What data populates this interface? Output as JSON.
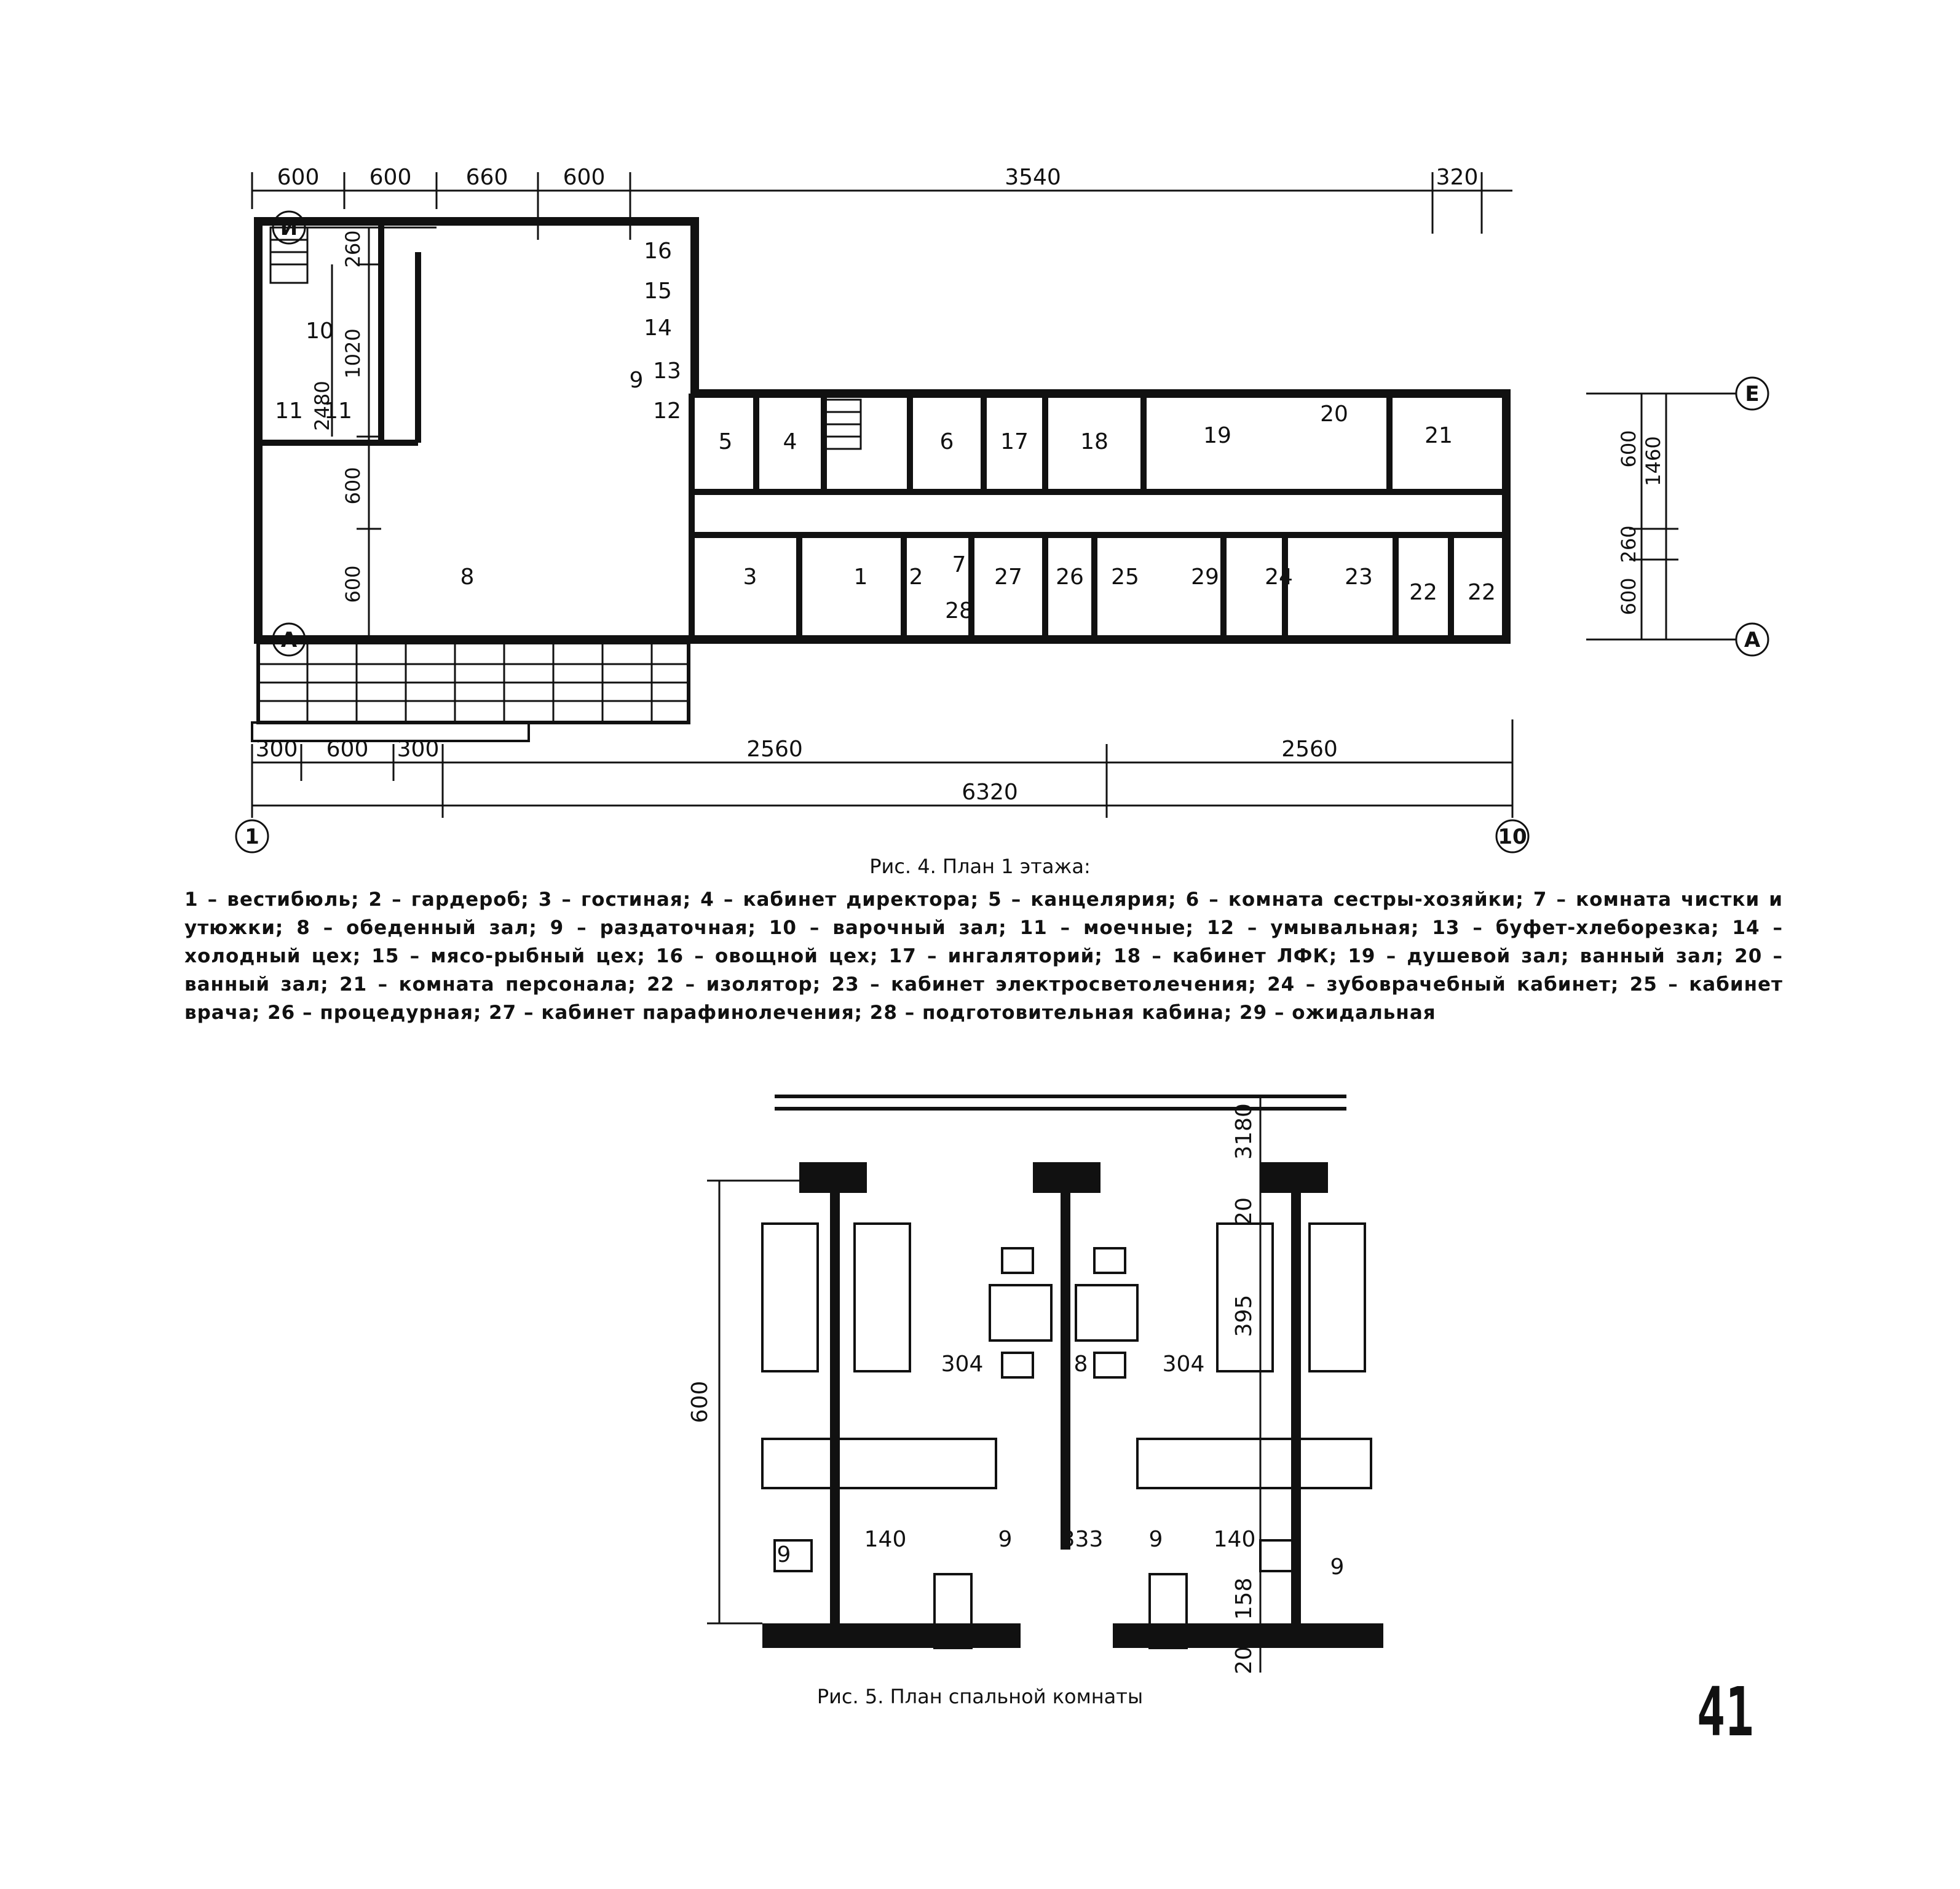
{
  "figure4": {
    "caption": "Рис. 4. План 1 этажа:",
    "dims_top": [
      "600",
      "600",
      "660",
      "600",
      "3540",
      "320"
    ],
    "dims_bottom_row1": [
      "300",
      "600",
      "300",
      "2560",
      "2560"
    ],
    "dims_bottom_total": "6320",
    "dims_left": [
      "260",
      "1020",
      "600",
      "600",
      "2480"
    ],
    "dims_right": [
      "600",
      "260",
      "600",
      "1460"
    ],
    "axes": {
      "top_left": "И",
      "bottom_left": "А",
      "top_right": "Е",
      "bottom_right": "А",
      "start": "1",
      "end": "10"
    },
    "room_numbers": [
      "16",
      "15",
      "10",
      "14",
      "9",
      "13",
      "11",
      "11",
      "12",
      "5",
      "4",
      "6",
      "17",
      "18",
      "19",
      "20",
      "21",
      "8",
      "3",
      "1",
      "2",
      "7",
      "28",
      "27",
      "26",
      "25",
      "29",
      "24",
      "23",
      "22",
      "22"
    ],
    "legend": "1 – вестибюль; 2 – гардероб; 3 – гостиная; 4 – кабинет директора; 5 – канцелярия; 6 – комната сестры-хозяйки; 7 – комната чистки и утюжки; 8 – обеденный зал; 9 – раздаточная; 10 – варочный зал; 11 – моечные; 12 – умывальная; 13 – буфет-хлеборезка; 14 – холодный цех; 15 – мясо-рыбный цех; 16 – овощной цех; 17 – ингаляторий; 18 – кабинет ЛФК; 19 – душевой зал; ванный зал; 20 – ванный зал; 21 – комната персонала; 22 – изолятор; 23 – кабинет электросветолечения; 24 – зубоврачебный кабинет; 25 – кабинет врача; 26 – процедурная; 27 – кабинет парафинолечения; 28 – подготовительная кабина; 29 – ожидальная"
  },
  "figure5": {
    "caption": "Рис. 5. План спальной комнаты",
    "labels": [
      "600",
      "3180",
      "20",
      "395",
      "304",
      "8",
      "304",
      "140",
      "9",
      "333",
      "9",
      "140",
      "9",
      "158",
      "9",
      "20"
    ]
  },
  "page_number": "41"
}
